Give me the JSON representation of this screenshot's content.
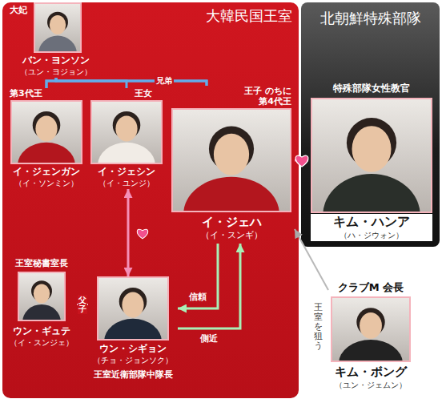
{
  "diagram": {
    "nodes": [
      {
        "text": [
          "大韓民国王室"
        ]
      },
      {
        "text": [
          "大妃",
          "バン・ヨンソン",
          "（ユン・ヨジョン）"
        ],
        "in": 0
      },
      {
        "text": [
          "第3代王",
          "イ・ジェンガン",
          "（イ・ソンミン）"
        ],
        "in": 0
      },
      {
        "text": [
          "王女",
          "イ・ジェシン",
          "（イ・ユンジ）"
        ],
        "in": 0
      },
      {
        "text": [
          "王子 のちに 第4代王",
          "イ・ジェハ",
          "（イ・スンギ）"
        ],
        "in": 0
      },
      {
        "text": [
          "王室秘書室長",
          "ウン・ギュテ",
          "（イ・スンジェ）"
        ],
        "in": 0
      },
      {
        "text": [
          "ウン・シギョン",
          "（チョ・ジョンソク）",
          "王室近衛部隊中隊長"
        ],
        "in": 0
      },
      {
        "text": [
          "北朝鮮特殊部隊"
        ]
      },
      {
        "text": [
          "特殊部隊女性教官",
          "キム・ハンア",
          "（ハ・ジウォン）"
        ],
        "in": 7
      },
      {
        "text": [
          "クラブM 会長",
          "キム・ボング",
          "（ユン・ジェムン）"
        ]
      }
    ],
    "edges": [
      {
        "from": 1,
        "to": 2,
        "arrow": "none"
      },
      {
        "from": 1,
        "to": 3,
        "arrow": "none"
      },
      {
        "from": 1,
        "to": 4,
        "arrow": "none"
      },
      {
        "from": 2,
        "to": 4,
        "label": "兄弟",
        "arrow": "none"
      },
      {
        "from": 3,
        "to": 6,
        "arrow": "both"
      },
      {
        "from": 4,
        "to": 8,
        "arrow": "none"
      },
      {
        "from": 5,
        "to": 6,
        "label": "父子",
        "arrow": "none"
      },
      {
        "from": 4,
        "to": 6,
        "label": "信頼",
        "arrow": "to"
      },
      {
        "from": 6,
        "to": 4,
        "label": "側近",
        "arrow": "to"
      },
      {
        "from": 9,
        "to": 4,
        "label": "王室を狙う",
        "arrow": "to"
      }
    ]
  }
}
